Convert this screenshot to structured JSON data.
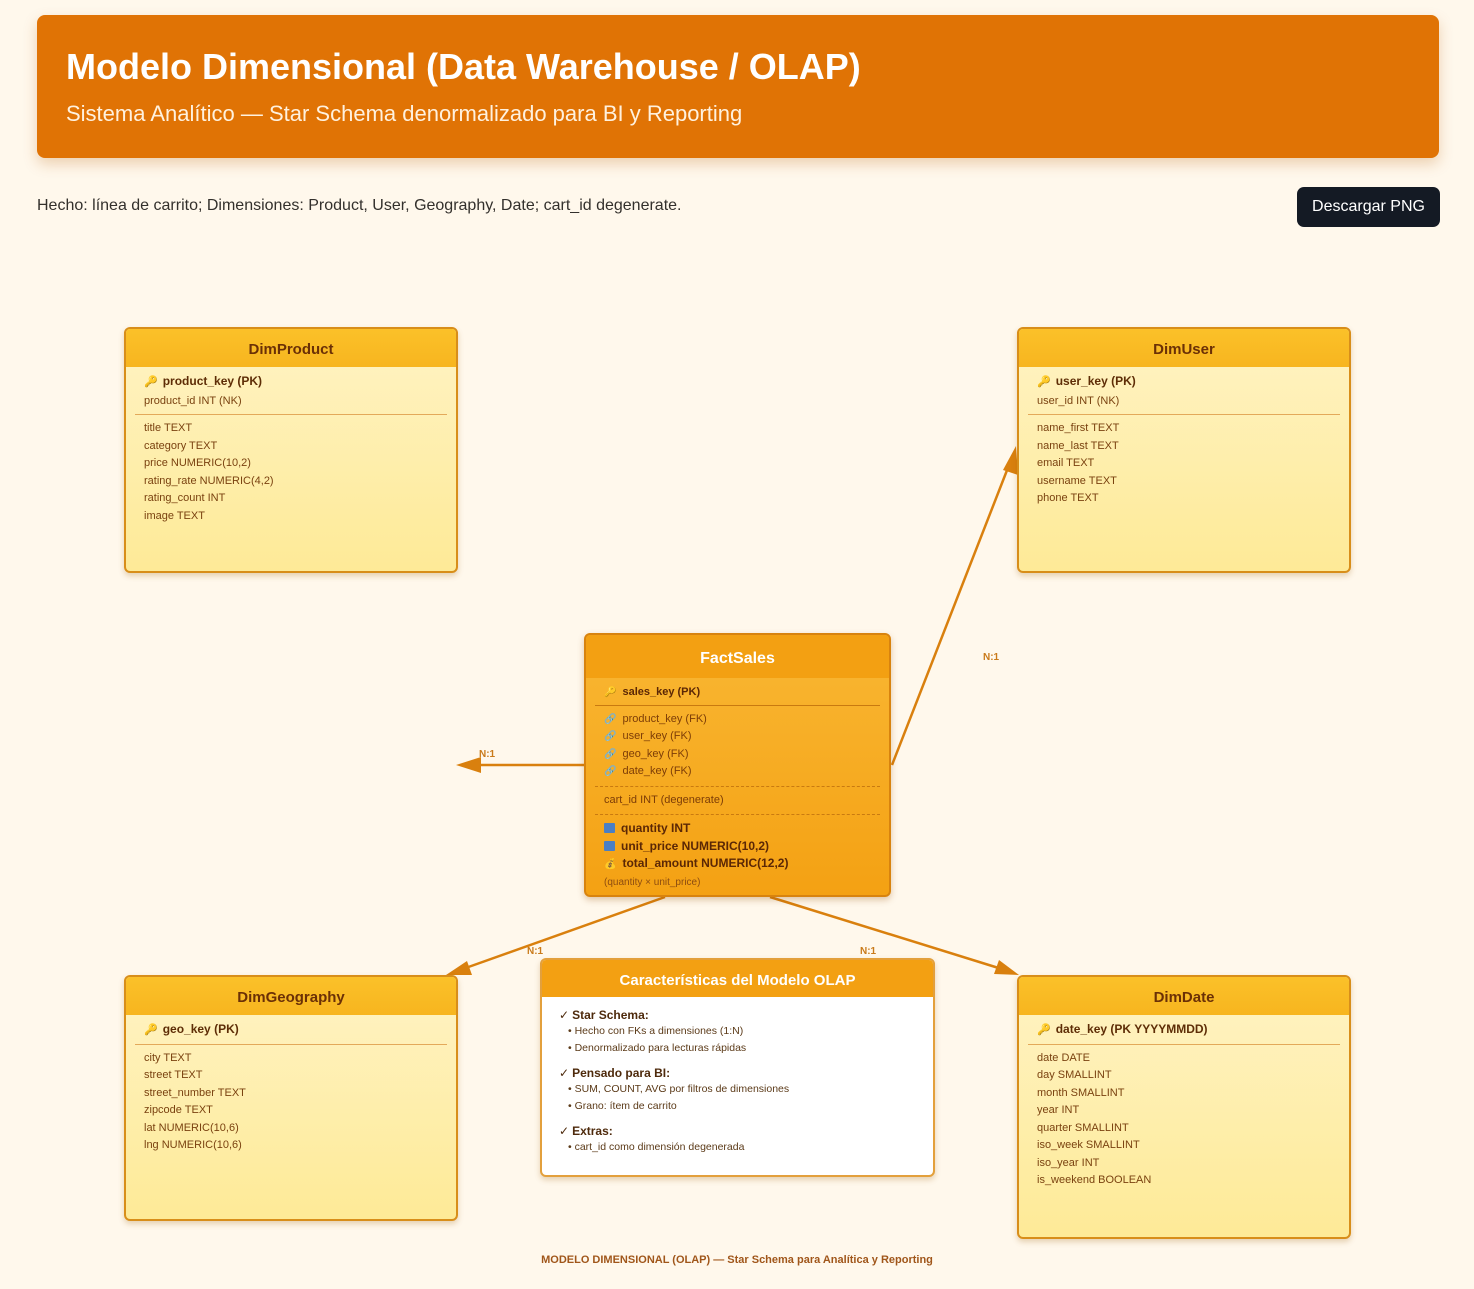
{
  "header": {
    "title": "Modelo Dimensional (Data Warehouse / OLAP)",
    "subtitle": "Sistema Analítico — Star Schema denormalizado para BI y Reporting"
  },
  "description": "Hecho: línea de carrito; Dimensiones: Product, User, Geography, Date; cart_id degenerate.",
  "download_button": "Descargar PNG",
  "relationship_label": "N:1",
  "dim_product": {
    "title": "DimProduct",
    "pk": "product_key (PK)",
    "nk": "product_id INT (NK)",
    "attributes": [
      "title TEXT",
      "category TEXT",
      "price NUMERIC(10,2)",
      "rating_rate NUMERIC(4,2)",
      "rating_count INT",
      "image TEXT"
    ]
  },
  "dim_user": {
    "title": "DimUser",
    "pk": "user_key (PK)",
    "nk": "user_id INT (NK)",
    "attributes": [
      "name_first TEXT",
      "name_last TEXT",
      "email TEXT",
      "username TEXT",
      "phone TEXT"
    ]
  },
  "dim_geography": {
    "title": "DimGeography",
    "pk": "geo_key (PK)",
    "attributes": [
      "city TEXT",
      "street TEXT",
      "street_number TEXT",
      "zipcode TEXT",
      "lat NUMERIC(10,6)",
      "lng NUMERIC(10,6)"
    ]
  },
  "dim_date": {
    "title": "DimDate",
    "pk": "date_key (PK YYYYMMDD)",
    "attributes": [
      "date DATE",
      "day SMALLINT",
      "month SMALLINT",
      "year INT",
      "quarter SMALLINT",
      "iso_week SMALLINT",
      "iso_year INT",
      "is_weekend BOOLEAN"
    ]
  },
  "fact_sales": {
    "title": "FactSales",
    "pk": "sales_key (PK)",
    "fks": [
      "product_key (FK)",
      "user_key (FK)",
      "geo_key (FK)",
      "date_key (FK)"
    ],
    "degenerate": "cart_id INT (degenerate)",
    "measures": [
      "quantity INT",
      "unit_price NUMERIC(10,2)",
      "total_amount NUMERIC(12,2)"
    ],
    "note": "(quantity × unit_price)"
  },
  "features": {
    "title": "Características del Modelo OLAP",
    "sections": [
      {
        "title": "Star Schema:",
        "items": [
          "Hecho con FKs a dimensiones (1:N)",
          "Denormalizado para lecturas rápidas"
        ]
      },
      {
        "title": "Pensado para BI:",
        "items": [
          "SUM, COUNT, AVG por filtros de dimensiones",
          "Grano: ítem de carrito"
        ]
      },
      {
        "title": "Extras:",
        "items": [
          "cart_id como dimensión degenerada"
        ]
      }
    ]
  },
  "footer": "MODELO DIMENSIONAL (OLAP) — Star Schema para Analítica y Reporting",
  "colors": {
    "header_bg": "#e07305",
    "fact_bg": "#f4a113",
    "dimension_header": "#fbc129",
    "connector": "#d9800e",
    "page_bg": "#fff8ec"
  }
}
